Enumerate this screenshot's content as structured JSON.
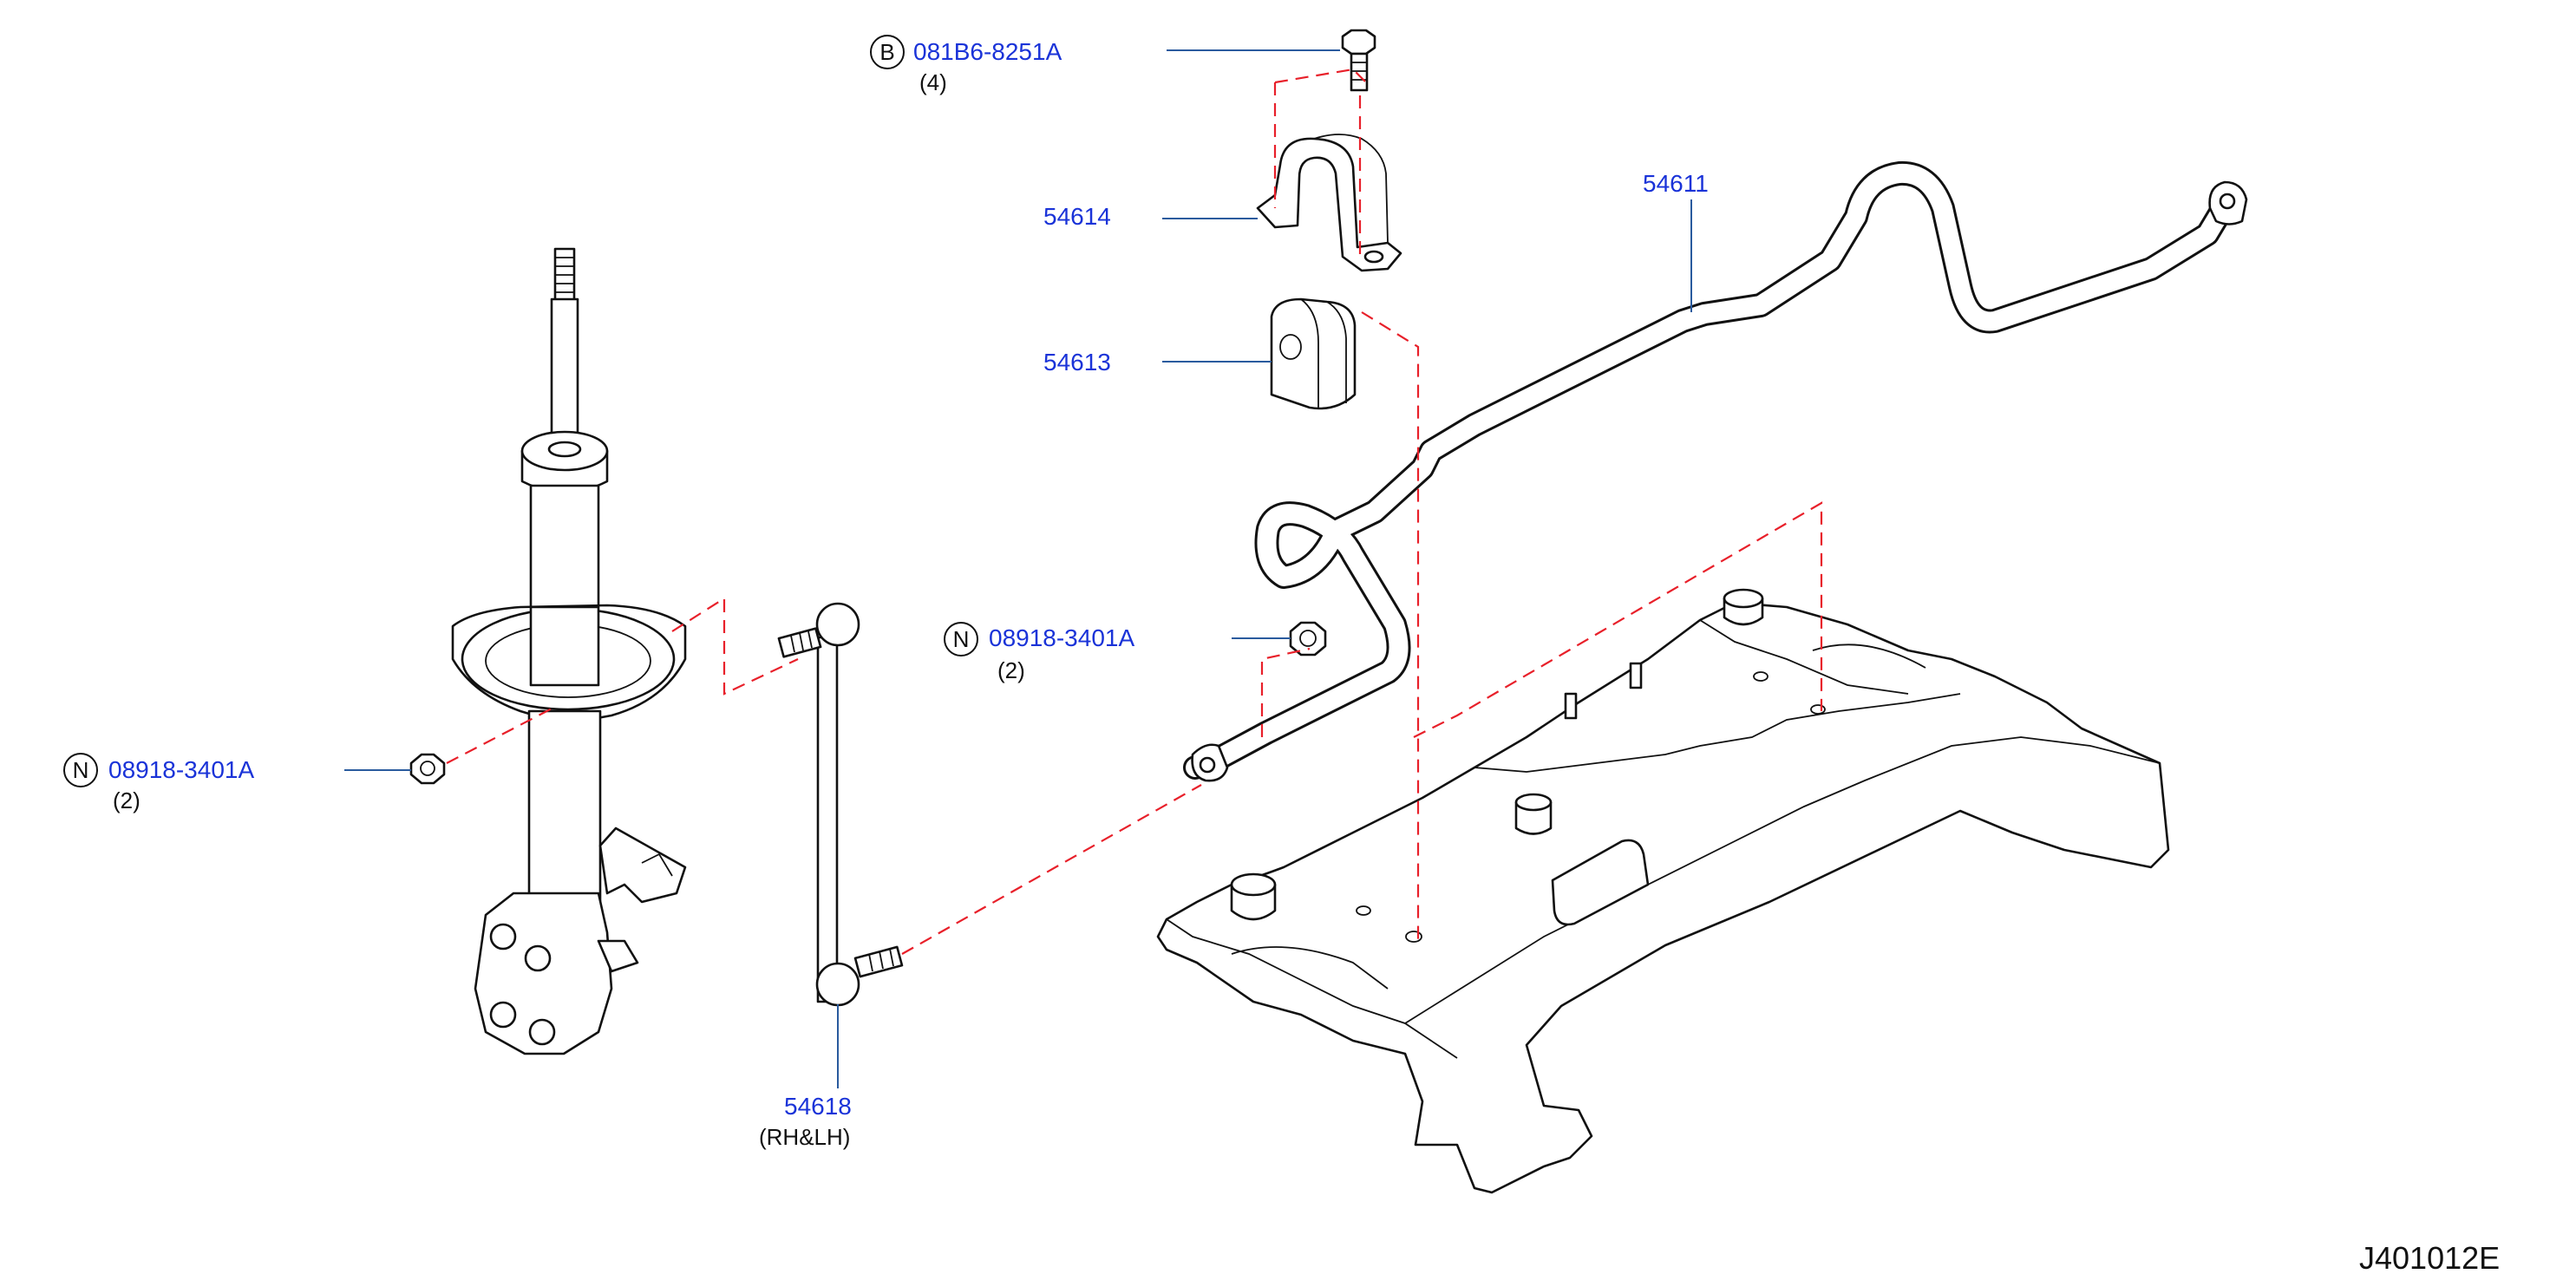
{
  "parts": {
    "bolt": {
      "symbol": "B",
      "number": "081B6-8251A",
      "qty": "(4)"
    },
    "clamp": {
      "number": "54614"
    },
    "bushing": {
      "number": "54613"
    },
    "stabilizer_bar": {
      "number": "54611"
    },
    "nut_right": {
      "symbol": "N",
      "number": "08918-3401A",
      "qty": "(2)"
    },
    "nut_left": {
      "symbol": "N",
      "number": "08918-3401A",
      "qty": "(2)"
    },
    "link_rod": {
      "number": "54618",
      "side": "(RH&LH)"
    }
  },
  "diagram_code": "J401012E",
  "colors": {
    "part_number": "#1a33d8",
    "leader_line": "#2a5b9e",
    "phantom_line": "#e8202a",
    "drawing": "#111111"
  }
}
